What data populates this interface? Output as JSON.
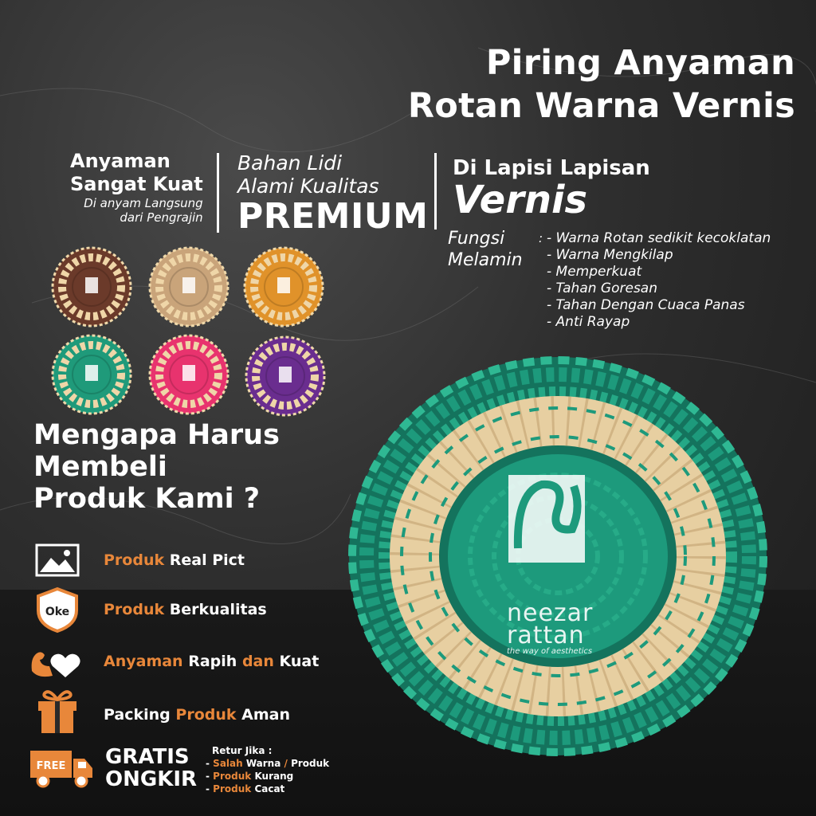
{
  "title": {
    "line1": "Piring Anyaman",
    "line2": "Rotan Warna Vernis"
  },
  "feature1": {
    "line1": "Anyaman",
    "line2": "Sangat Kuat",
    "sub1": "Di anyam Langsung",
    "sub2": "dari Pengrajin"
  },
  "feature2": {
    "line1": "Bahan Lidi",
    "line2": "Alami Kualitas",
    "big": "PREMIUM"
  },
  "feature3": {
    "line1": "Di Lapisi Lapisan",
    "line2": "Vernis"
  },
  "fungsi": {
    "label1": "Fungsi",
    "label2": "Melamin",
    "colon": ":",
    "items": [
      "- Warna Rotan sedikit kecoklatan",
      "- Warna Mengkilap",
      "- Memperkuat",
      "- Tahan Goresan",
      "- Tahan Dengan Cuaca Panas",
      "- Anti Rayap"
    ]
  },
  "swatches": {
    "colors": [
      "#6b3a2a",
      "#c9a47a",
      "#e0922a",
      "#1f9a7a",
      "#e8336e",
      "#6a2d8f"
    ]
  },
  "why": {
    "line1": "Mengapa Harus",
    "line2": "Membeli",
    "line3": "Produk Kami ?"
  },
  "features": {
    "real": {
      "a": "Produk",
      "b": "Real Pict"
    },
    "quality": {
      "a": "Produk",
      "b": "Berkualitas",
      "badge": "Oke"
    },
    "anyaman": {
      "a": "Anyaman",
      "b": "Rapih",
      "c": "dan",
      "d": "Kuat"
    },
    "packing": {
      "a": "Packing",
      "b": "Produk",
      "c": "Aman"
    },
    "free": {
      "badge": "FREE",
      "gratis": "GRATIS",
      "ongkir": "ONGKIR"
    }
  },
  "retur": {
    "title": "Retur Jika :",
    "r1": {
      "d": "-",
      "a": "Salah",
      "b": "Warna",
      "s": "/",
      "c": "Produk"
    },
    "r2": {
      "d": "-",
      "a": "Produk",
      "b": "Kurang"
    },
    "r3": {
      "d": "-",
      "a": "Produk",
      "b": "Cacat"
    }
  },
  "brand": {
    "name1": "neezar",
    "name2": "rattan",
    "tagline": "the way of aesthetics"
  },
  "colors": {
    "accent": "#e8873a",
    "plate_green": "#1d9a7c",
    "plate_cream": "#e7cfa1"
  }
}
